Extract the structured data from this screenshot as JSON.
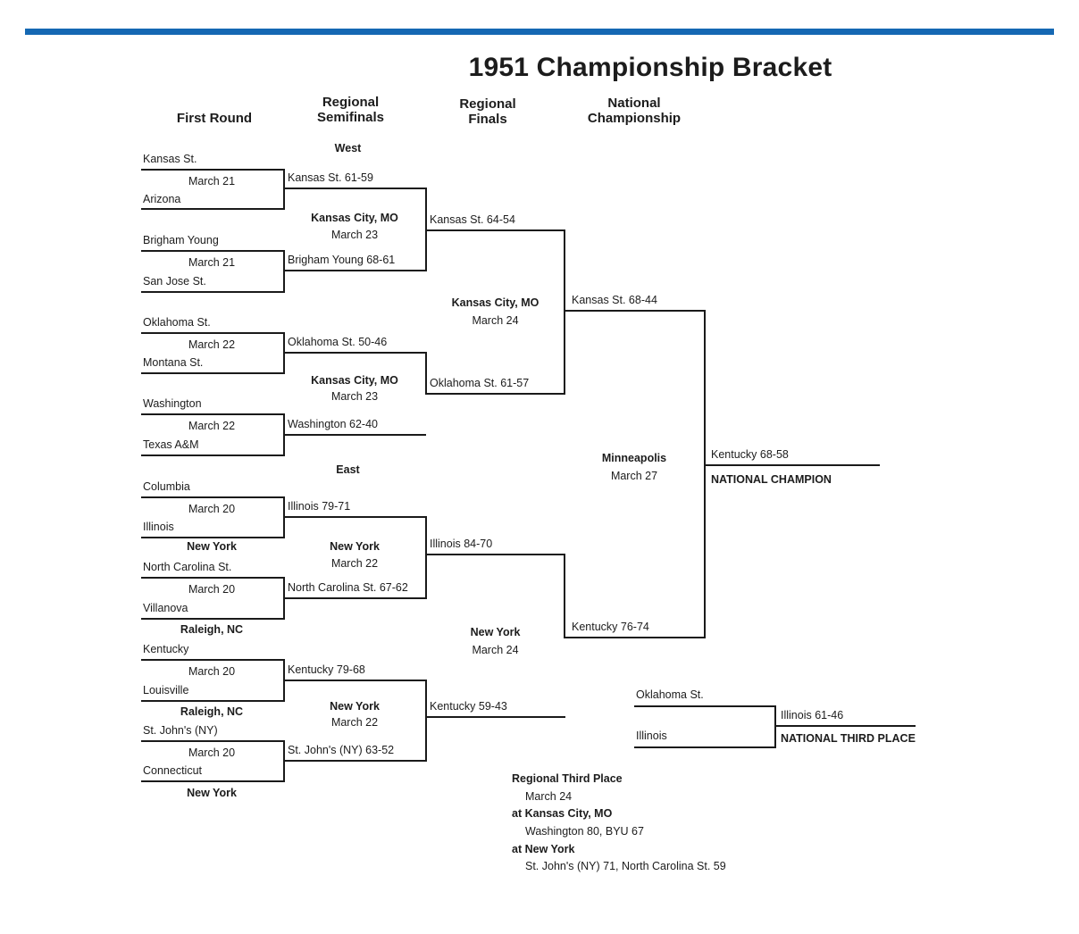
{
  "page": {
    "title": "1951 Championship Bracket",
    "accent_color": "#1568b3"
  },
  "headers": {
    "first_round": "First Round",
    "regional_semifinals": "Regional\nSemifinals",
    "regional_finals": "Regional\nFinals",
    "national_championship": "National\nChampionship"
  },
  "west": {
    "label": "West",
    "first_round": [
      {
        "team1": "Kansas St.",
        "date": "March 21",
        "team2": "Arizona",
        "winner": "Kansas St. 61-59"
      },
      {
        "team1": "Brigham Young",
        "date": "March 21",
        "team2": "San Jose St.",
        "winner": "Brigham Young 68-61"
      },
      {
        "team1": "Oklahoma St.",
        "date": "March 22",
        "team2": "Montana St.",
        "winner": "Oklahoma St. 50-46"
      },
      {
        "team1": "Washington",
        "date": "March 22",
        "team2": "Texas A&M",
        "winner": "Washington 62-40"
      }
    ],
    "semifinals": [
      {
        "venue": "Kansas City, MO",
        "date": "March 23",
        "winner": "Kansas St. 64-54"
      },
      {
        "venue": "Kansas City, MO",
        "date": "March 23",
        "winner": "Oklahoma St. 61-57"
      }
    ],
    "final": {
      "venue": "Kansas City, MO",
      "date": "March 24",
      "winner": "Kansas St. 68-44"
    }
  },
  "east": {
    "label": "East",
    "first_round": [
      {
        "team1": "Columbia",
        "date": "March 20",
        "team2": "Illinois",
        "venue": "New York",
        "winner": "Illinois 79-71"
      },
      {
        "team1": "North Carolina St.",
        "date": "March 20",
        "team2": "Villanova",
        "venue": "Raleigh, NC",
        "winner": "North Carolina St. 67-62"
      },
      {
        "team1": "Kentucky",
        "date": "March 20",
        "team2": "Louisville",
        "venue": "Raleigh, NC",
        "winner": "Kentucky 79-68"
      },
      {
        "team1": "St. John's (NY)",
        "date": "March 20",
        "team2": "Connecticut",
        "venue": "New York",
        "winner": "St. John's (NY) 63-52"
      }
    ],
    "semifinals": [
      {
        "venue": "New York",
        "date": "March 22",
        "winner": "Illinois 84-70"
      },
      {
        "venue": "New York",
        "date": "March 22",
        "winner": "Kentucky 59-43"
      }
    ],
    "final": {
      "venue": "New York",
      "date": "March 24",
      "winner": "Kentucky 76-74"
    }
  },
  "championship": {
    "venue": "Minneapolis",
    "date": "March 27",
    "winner": "Kentucky 68-58",
    "label": "NATIONAL CHAMPION"
  },
  "third_place": {
    "team1": "Oklahoma St.",
    "team2": "Illinois",
    "winner": "Illinois 61-46",
    "label": "NATIONAL THIRD PLACE"
  },
  "regional_third_place": {
    "title": "Regional Third Place",
    "date": "March 24",
    "site1": "at Kansas City, MO",
    "result1": "Washington 80, BYU 67",
    "site2": "at New York",
    "result2": "St. John's (NY) 71, North Carolina St. 59"
  }
}
